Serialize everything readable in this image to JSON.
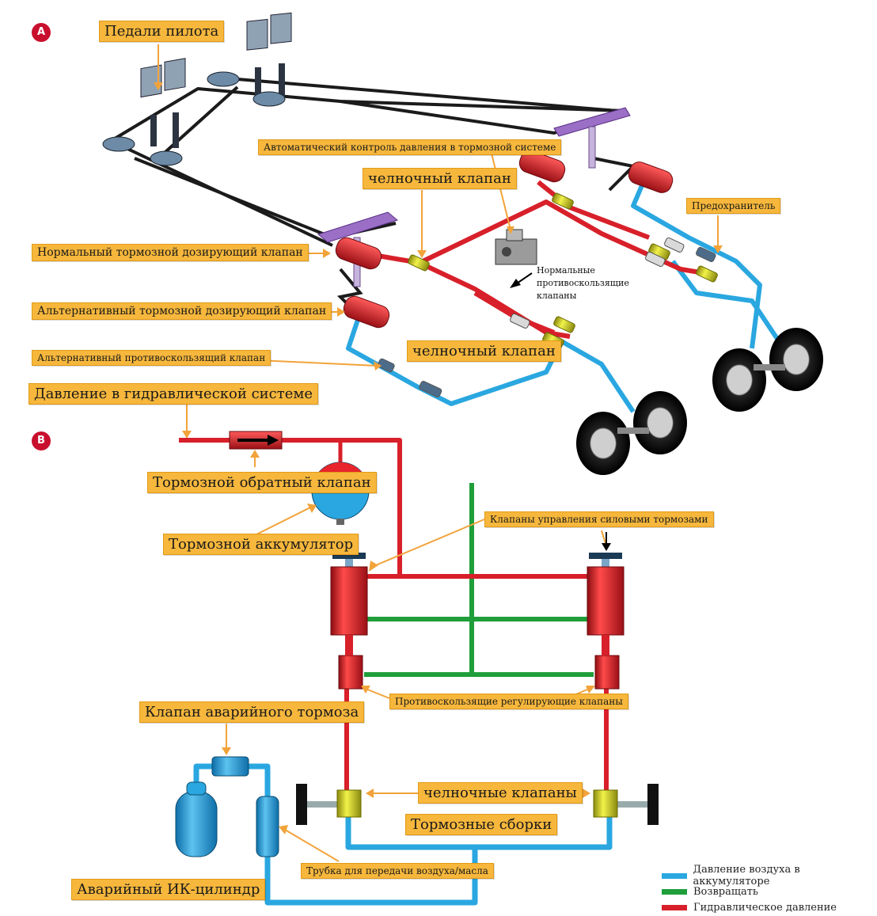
{
  "sections": {
    "a": "A",
    "b": "B"
  },
  "labels": {
    "pilot_pedals": "Педали пилота",
    "auto_pressure_control": "Автоматический контроль давления в тормозной системе",
    "shuttle_valve_top": "челночный клапан",
    "fuse": "Предохранитель",
    "normal_metering_valve": "Нормальный тормозной дозирующий клапан",
    "normal_antiskid_valves": "Нормальные противоскользящие клапаны",
    "alt_metering_valve": "Альтернативный тормозной дозирующий клапан",
    "shuttle_valve_mid": "челночный клапан",
    "alt_antiskid_valve": "Альтернативный противоскользящий клапан",
    "hydraulic_system_pressure": "Давление в гидравлической системе",
    "brake_check_valve": "Тормозной обратный клапан",
    "brake_accumulator": "Тормозной аккумулятор",
    "power_brake_control_valves": "Клапаны управления силовыми тормозами",
    "antiskid_control_valves": "Противоскользящие регулирующие клапаны",
    "emergency_brake_valve": "Клапан аварийного тормоза",
    "shuttle_valves": "челночные клапаны",
    "brake_assemblies": "Тормозные сборки",
    "air_oil_transfer_tube": "Трубка для передачи воздуха/масла",
    "emergency_ir_cylinder": "Аварийный ИК-цилиндр"
  },
  "legend": [
    {
      "label": "Давление воздуха в аккумуляторе",
      "color": "#2aa7e0"
    },
    {
      "label": "Возвращать",
      "color": "#1f9e3a"
    },
    {
      "label": "Гидравлическое давление",
      "color": "#d8202a"
    }
  ],
  "colors": {
    "hydraulic": "#d8202a",
    "return": "#1f9e3a",
    "air": "#2aa7e0",
    "label_bg": "#f6b73c"
  }
}
